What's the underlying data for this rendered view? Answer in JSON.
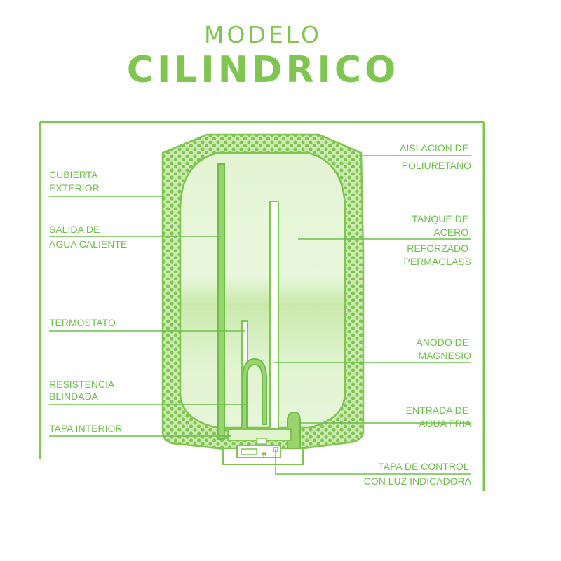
{
  "title": {
    "line1": "MODELO",
    "line2": "CILINDRICO"
  },
  "labels_left": [
    {
      "key": "cubierta",
      "lines": [
        "CUBIERTA",
        "EXTERIOR"
      ]
    },
    {
      "key": "salida",
      "lines": [
        "SALIDA DE",
        "AGUA CALIENTE"
      ]
    },
    {
      "key": "termostato",
      "lines": [
        "TERMOSTATO"
      ]
    },
    {
      "key": "resistencia",
      "lines": [
        "RESISTENCIA",
        "BLINDADA"
      ]
    },
    {
      "key": "tapa-interior",
      "lines": [
        "TAPA INTERIOR"
      ]
    }
  ],
  "labels_right": [
    {
      "key": "aislacion",
      "lines": [
        "AISLACION DE",
        "POLIURETANO"
      ]
    },
    {
      "key": "tanque",
      "lines": [
        "TANQUE DE",
        "ACERO",
        "REFORZADO",
        "PERMAGLASS"
      ]
    },
    {
      "key": "anodo",
      "lines": [
        "ANODO DE",
        "MAGNESIO"
      ]
    },
    {
      "key": "entrada",
      "lines": [
        "ENTRADA DE",
        "AGUA FRIA"
      ]
    },
    {
      "key": "tapa-control",
      "lines": [
        "TAPA DE CONTROL",
        "CON LUZ INDICADORA"
      ]
    }
  ],
  "colors": {
    "accent": "#7ec64f",
    "line": "#6cc04a",
    "tank_fill": "#dff3cd",
    "insulation": "#cbe9b0",
    "dots": "#7ec64f"
  }
}
